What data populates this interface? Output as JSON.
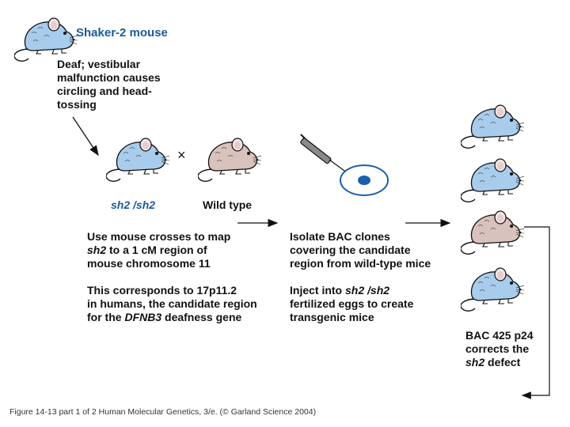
{
  "title": "Shaker-2 mouse",
  "phenotype_lines": [
    "Deaf; vestibular",
    "malfunction causes",
    "circling and head-",
    "tossing"
  ],
  "cross_symbol": "×",
  "label_mutant": "sh2 /sh2",
  "label_wildtype": "Wild type",
  "step1": {
    "para1": [
      {
        "pre": "Use mouse crosses to map",
        "em": "",
        "post": ""
      },
      {
        "pre": "",
        "em": "sh2",
        "post": " to a 1 cM region of"
      },
      {
        "pre": "mouse chromosome 11",
        "em": "",
        "post": ""
      }
    ],
    "para2": [
      {
        "pre": "This corresponds to 17p11.2",
        "em": "",
        "post": ""
      },
      {
        "pre": "in humans, the candidate region",
        "em": "",
        "post": ""
      },
      {
        "pre": "for the ",
        "em": "DFNB3",
        "post": " deafness gene"
      }
    ]
  },
  "step2": {
    "para1": [
      {
        "pre": "Isolate BAC clones",
        "em": "",
        "post": ""
      },
      {
        "pre": "covering the candidate",
        "em": "",
        "post": ""
      },
      {
        "pre": "region from wild-type mice",
        "em": "",
        "post": ""
      }
    ],
    "para2": [
      {
        "pre": "Inject into ",
        "em": "sh2 /sh2",
        "post": ""
      },
      {
        "pre": "fertilized eggs to create",
        "em": "",
        "post": ""
      },
      {
        "pre": "transgenic mice",
        "em": "",
        "post": ""
      }
    ]
  },
  "result": [
    {
      "pre": "BAC 425 p24",
      "em": "",
      "post": ""
    },
    {
      "pre": "corrects the",
      "em": "",
      "post": ""
    },
    {
      "pre": "",
      "em": "sh2",
      "post": " defect"
    }
  ],
  "caption": "Figure 14-13  part 1 of 2  Human Molecular Genetics, 3/e.  (© Garland Science 2004)",
  "colors": {
    "mouse_blue": "#a8ccec",
    "mouse_brown": "#d9c2bc",
    "egg_blue": "#1a5fb0",
    "title_blue": "#1a5a9a",
    "line": "#111111"
  },
  "icons": [
    "mouse-icon",
    "syringe-icon",
    "egg-dish-icon",
    "arrow-icon"
  ]
}
